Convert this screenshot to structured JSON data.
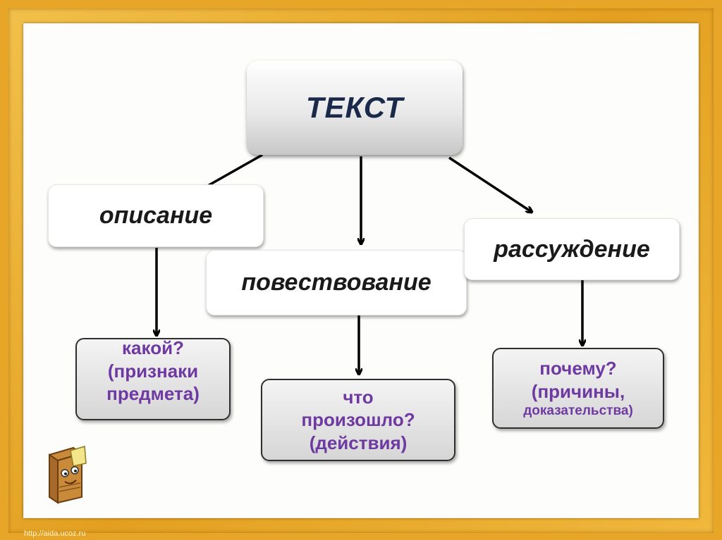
{
  "diagram": {
    "root": "ТЕКСТ",
    "branches": [
      {
        "title": "описание",
        "lines": [
          "какой?",
          "(признаки",
          "предмета)"
        ]
      },
      {
        "title": "повествование",
        "lines": [
          "что",
          "произошло?",
          "(действия)"
        ]
      },
      {
        "title": "рассуждение",
        "lines": [
          "почему?",
          "(причины,",
          "доказательства)"
        ]
      }
    ]
  },
  "watermark": "http://aida.ucoz.ru"
}
